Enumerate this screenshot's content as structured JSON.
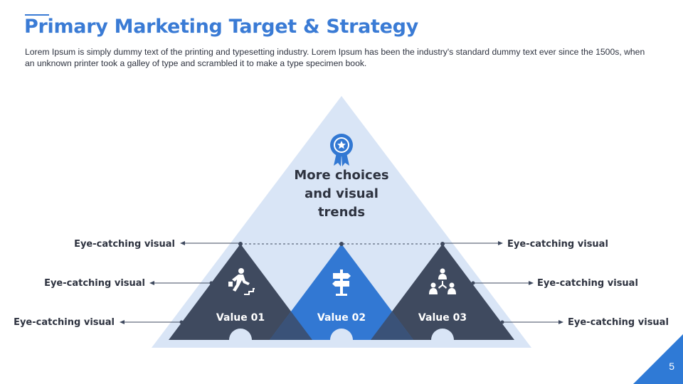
{
  "header": {
    "title": "Primary Marketing Target & Strategy",
    "subtitle": "Lorem Ipsum is simply dummy text of the printing and typesetting industry. Lorem Ipsum has been the industry's standard dummy text ever since the 1500s, when an unknown printer took a galley  of type and scrambled it to make a type specimen book."
  },
  "pyramid": {
    "heading_lines": [
      "More choices",
      "and visual",
      "trends"
    ],
    "heading_icon": "award-badge-icon",
    "values": [
      {
        "label": "Value 01",
        "icon": "running-stairs-icon"
      },
      {
        "label": "Value 02",
        "icon": "signpost-icon"
      },
      {
        "label": "Value 03",
        "icon": "team-hierarchy-icon"
      }
    ]
  },
  "callouts": {
    "left": [
      "Eye-catching visual",
      "Eye-catching visual",
      "Eye-catching visual"
    ],
    "right": [
      "Eye-catching visual",
      "Eye-catching visual",
      "Eye-catching visual"
    ]
  },
  "footer": {
    "page_number": "5"
  },
  "colors": {
    "accent": "#3a7bd5",
    "pale_triangle": "#d9e5f6",
    "dark_triangle": "#3f4a5f",
    "blue_triangle": "#3278d3",
    "text_dark": "#2e3340"
  }
}
